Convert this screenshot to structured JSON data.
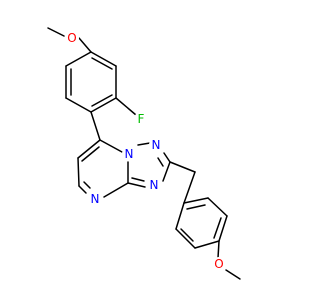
{
  "structure": {
    "atoms": [
      {
        "id": "O1",
        "element": "O",
        "label": "O"
      },
      {
        "id": "F1",
        "element": "F",
        "label": "F"
      },
      {
        "id": "N1",
        "element": "N",
        "label": "N"
      },
      {
        "id": "N2",
        "element": "N",
        "label": "N"
      },
      {
        "id": "N3",
        "element": "N",
        "label": "N"
      },
      {
        "id": "N4",
        "element": "N",
        "label": "N"
      },
      {
        "id": "O2",
        "element": "O",
        "label": "O"
      }
    ]
  },
  "colors": {
    "bond": "#000000",
    "oxygen": "#ff0000",
    "nitrogen": "#0000ff",
    "fluorine": "#00bd00",
    "background": "#ffffff"
  }
}
